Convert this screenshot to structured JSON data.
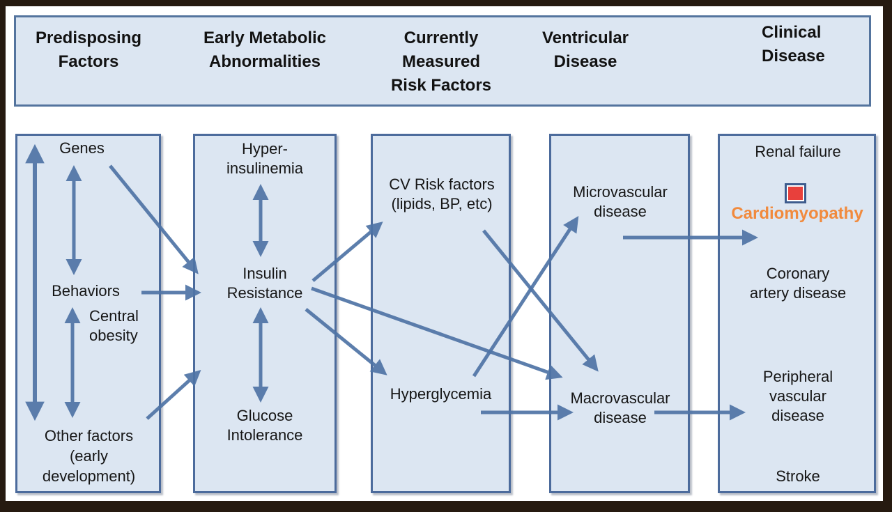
{
  "header": {
    "columns": [
      {
        "id": "predisposing-factors",
        "label": "Predisposing\nFactors"
      },
      {
        "id": "early-metabolic-abnormalities",
        "label": "Early Metabolic\nAbnormalities"
      },
      {
        "id": "currently-measured-risk-factors",
        "label": "Currently\nMeasured\nRisk Factors"
      },
      {
        "id": "ventricular-disease",
        "label": "Ventricular\nDisease"
      },
      {
        "id": "clinical-disease",
        "label": "Clinical\nDisease"
      }
    ]
  },
  "nodes": {
    "genes": "Genes",
    "behaviors": "Behaviors",
    "central_obesity": "Central\nobesity",
    "other_factors": "Other factors\n(early\ndevelopment)",
    "hyperinsulinemia": "Hyper-\ninsulinemia",
    "insulin_resistance": "Insulin\nResistance",
    "glucose_intolerance": "Glucose\nIntolerance",
    "cv_risk_factors": "CV Risk factors\n(lipids, BP, etc)",
    "hyperglycemia": "Hyperglycemia",
    "microvascular_disease": "Microvascular\ndisease",
    "macrovascular_disease": "Macrovascular\ndisease",
    "renal_failure": "Renal failure",
    "cardiomyopathy": "Cardiomyopathy",
    "coronary_artery_disease": "Coronary\nartery disease",
    "peripheral_vascular_disease": "Peripheral\nvascular\ndisease",
    "stroke": "Stroke"
  },
  "colors": {
    "box_fill": "#dce6f2",
    "box_border": "#4c6b9c",
    "arrow": "#4f74a6",
    "frame": "#261a10",
    "cardio": "#f18a3d",
    "marker_red": "#e8403c",
    "marker_border": "#3d5c8e"
  }
}
